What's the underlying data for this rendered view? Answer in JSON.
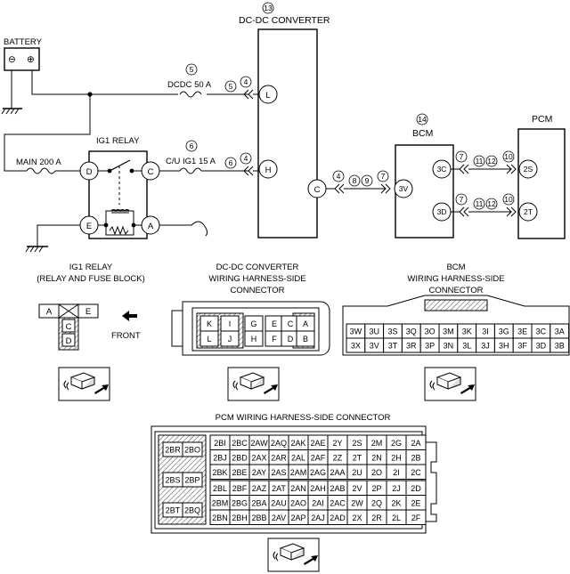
{
  "battery": {
    "label": "BATTERY",
    "neg": "⊖",
    "pos": "⊕"
  },
  "dcdc": {
    "number": "13",
    "title": "DC-DC CONVERTER",
    "pin_l": "L",
    "pin_h": "H",
    "pin_c": "C"
  },
  "bcm": {
    "number": "14",
    "title": "BCM",
    "pin_3v": "3V",
    "pin_3c": "3C",
    "pin_3d": "3D"
  },
  "pcm": {
    "title": "PCM",
    "pin_2s": "2S",
    "pin_2t": "2T"
  },
  "fuses": {
    "dcdc": {
      "num": "5",
      "label": "DCDC 50 A",
      "left_num": "5",
      "right_num": "4"
    },
    "cu_ig1": {
      "num": "6",
      "label": "C/U IG1 15 A",
      "left_num": "6",
      "right_num": "4"
    },
    "main": {
      "label": "MAIN 200 A"
    }
  },
  "ig1_relay": {
    "title": "IG1 RELAY",
    "pin_d": "D",
    "pin_c": "C",
    "pin_e": "E",
    "pin_a": "A"
  },
  "wire_nums": {
    "dcdc_to_bcm": [
      "4",
      "8",
      "9",
      "7"
    ],
    "bcm_to_pcm_top": [
      "7",
      "11",
      "12",
      "10"
    ],
    "bcm_to_pcm_bot": [
      "7",
      "11",
      "12",
      "10"
    ]
  },
  "ig1_connector": {
    "title_line1": "IG1 RELAY",
    "title_line2": "(RELAY AND FUSE BLOCK)",
    "cells": [
      "A",
      "E",
      "C",
      "D"
    ],
    "front_label": "FRONT"
  },
  "dcdc_connector": {
    "title_line1": "DC-DC CONVERTER",
    "title_line2": "WIRING HARNESS-SIDE",
    "title_line3": "CONNECTOR",
    "row1": [
      "K",
      "I",
      "G",
      "E",
      "C",
      "A"
    ],
    "row2": [
      "L",
      "J",
      "H",
      "F",
      "D",
      "B"
    ]
  },
  "bcm_connector": {
    "title_line1": "BCM",
    "title_line2": "WIRING HARNESS-SIDE",
    "title_line3": "CONNECTOR",
    "row1": [
      "3W",
      "3U",
      "3S",
      "3Q",
      "3O",
      "3M",
      "3K",
      "3I",
      "3G",
      "3E",
      "3C",
      "3A"
    ],
    "row2": [
      "3X",
      "3V",
      "3T",
      "3R",
      "3P",
      "3N",
      "3L",
      "3J",
      "3H",
      "3F",
      "3D",
      "3B"
    ]
  },
  "pcm_connector": {
    "title": "PCM WIRING HARNESS-SIDE CONNECTOR",
    "left_pins": [
      "2BR",
      "2BO",
      "2BS",
      "2BP",
      "2BT",
      "2BQ"
    ],
    "rows": [
      [
        "2BI",
        "2BC",
        "2AW",
        "2AQ",
        "2AK",
        "2AE",
        "2Y",
        "2S",
        "2M",
        "2G",
        "2A"
      ],
      [
        "2BJ",
        "2BD",
        "2AX",
        "2AR",
        "2AL",
        "2AF",
        "2Z",
        "2T",
        "2N",
        "2H",
        "2B"
      ],
      [
        "2BK",
        "2BE",
        "2AY",
        "2AS",
        "2AM",
        "2AG",
        "2AA",
        "2U",
        "2O",
        "2I",
        "2C"
      ],
      [
        "2BL",
        "2BF",
        "2AZ",
        "2AT",
        "2AN",
        "2AH",
        "2AB",
        "2V",
        "2P",
        "2J",
        "2D"
      ],
      [
        "2BM",
        "2BG",
        "2BA",
        "2AU",
        "2AO",
        "2AI",
        "2AC",
        "2W",
        "2Q",
        "2K",
        "2E"
      ],
      [
        "2BN",
        "2BH",
        "2BB",
        "2AV",
        "2AP",
        "2AJ",
        "2AD",
        "2X",
        "2R",
        "2L",
        "2F"
      ]
    ]
  }
}
